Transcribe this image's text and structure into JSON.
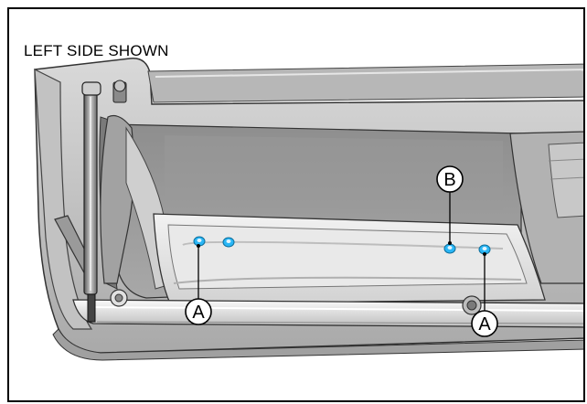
{
  "caption": "LEFT SIDE SHOWN",
  "callouts": {
    "a_left": "A",
    "a_right": "A",
    "b": "B"
  },
  "colors": {
    "highlight": "#29b6f6",
    "border": "#000000"
  }
}
